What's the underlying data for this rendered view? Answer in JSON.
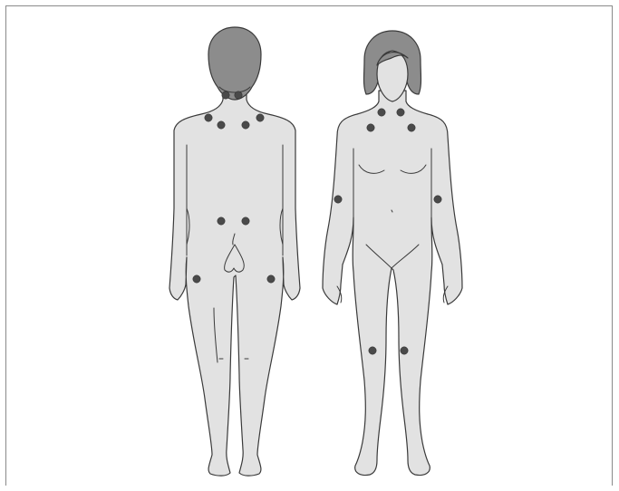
{
  "figure": {
    "colors": {
      "background": "#ffffff",
      "body_fill": "#e2e2e2",
      "hair": "#8c8c8c",
      "outline": "#3a3a3a",
      "tender_point": "#4a4a4a",
      "frame": "#8a8a8a"
    },
    "figures": [
      {
        "view": "back",
        "tender_point_count": 10
      },
      {
        "view": "front",
        "tender_point_count": 8
      }
    ]
  }
}
